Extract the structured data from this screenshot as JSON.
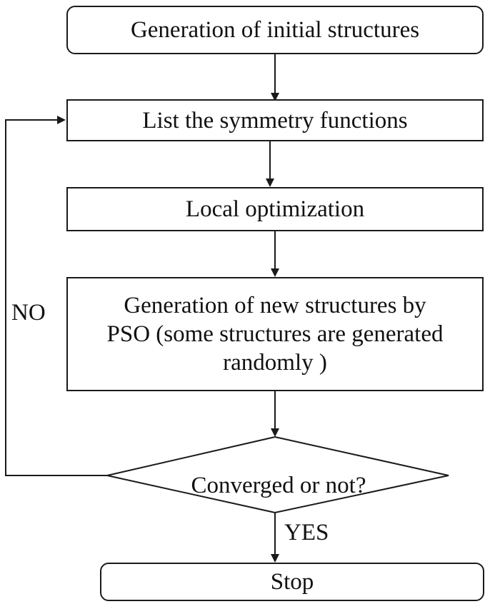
{
  "nodes": {
    "start": "Generation of initial structures",
    "symmetry": "List the symmetry functions",
    "local_opt": "Local optimization",
    "pso": [
      "Generation of new structures by",
      "PSO (some structures are generated",
      "randomly )"
    ],
    "decision": "Converged or not?",
    "stop": "Stop"
  },
  "edges": {
    "no_label": "NO",
    "yes_label": "YES"
  }
}
